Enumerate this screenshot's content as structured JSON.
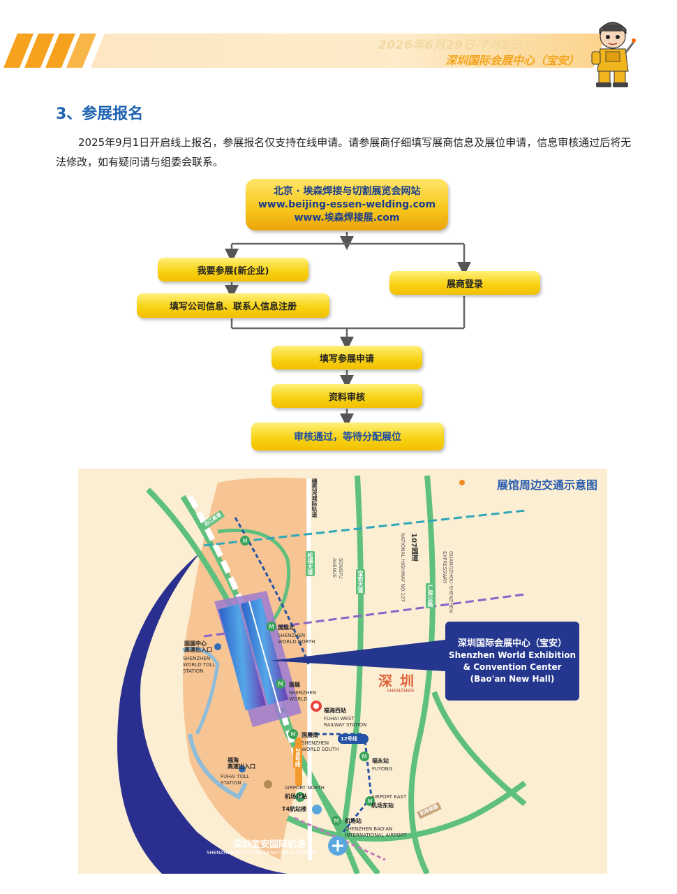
{
  "banner": {
    "date": "2026年6月29日-7月2日",
    "venue": "深圳国际会展中心（宝安）"
  },
  "section": {
    "title": "3、参展报名",
    "intro": "2025年9月1日开启线上报名，参展报名仅支持在线申请。请参展商仔细填写展商信息及展位申请，信息审核通过后将无法修改，如有疑问请与组委会联系。"
  },
  "flow": {
    "site": {
      "name": "北京 · 埃森焊接与切割展览会网站",
      "url1": "www.beijing-essen-welding.com",
      "url2": "www.埃森焊接展.com"
    },
    "new_exhibitor": "我要参展(新企业)",
    "register": "填写公司信息、联系人信息注册",
    "login": "展商登录",
    "apply": "填写参展申请",
    "review": "资料审核",
    "approved": "审核通过，等待分配展位"
  },
  "map": {
    "title": "展馆周边交通示意图",
    "callout": {
      "cn": "深圳国际会展中心（宝安）",
      "en1": "Shenzhen World Exhibition",
      "en2": "& Convention Center",
      "en3": "(Bao'an New Hall)"
    },
    "city_cn": "深 圳",
    "city_en": "SHENZHEN",
    "airport_cn": "深圳宝安国际机场",
    "airport_en": "SHENZHEN BAO'AN INTERNATIONAL AIRPORT",
    "labels": {
      "world_north_cn": "国展北",
      "world_north_en": "SHENZHEN\nWORLD NORTH",
      "world_cn": "国展",
      "world_en": "SHENZHEN\nWORLD",
      "world_south_cn": "国展南",
      "world_south_en": "SHENZHEN\nWORLD SOUTH",
      "fuhai_west_cn": "福海西站",
      "fuhai_west_en": "FUHAI WEST\nRAILWAY STATION",
      "toll_cn": "国展中心\n高速出入口",
      "toll_en": "SHENZHEN\nWORLD TOLL\nSTATION",
      "fuhai_toll_cn": "福海\n高速出入口",
      "fuhai_toll_en": "FUHAI TOLL\nSTATION",
      "airport_north_en": "AIRPORT NORTH",
      "airport_north_cn": "机场北站",
      "t4_cn": "T4航站楼",
      "airport_station_cn": "机场站",
      "airport_station_en": "SHENZHEN BAO'AN\nINTERNATIONAL AIRPORT",
      "airport_east_en": "AIRPORT EAST",
      "airport_east_cn": "机场东站",
      "fuyong_cn": "福永站",
      "fuyong_en": "FUYONG",
      "line12": "12号线",
      "line20": "20号线",
      "guanshen_cn": "穗莞深城际轨道",
      "songfu_cn": "松福大道",
      "songfu_en": "SONGFU\nAVENUE",
      "baoan_cn": "宝安大道",
      "guosheng_cn": "107国道",
      "guosheng_en": "NATIONAL HIGHWAY NO.107",
      "guangshen_cn": "广深公路",
      "guangshen_en": "GUANGZHOU-SHENZHEN\nEXPRESSWAY",
      "yanjiang_cn": "沿江高速",
      "airport_road_cn": "机场南路"
    }
  }
}
